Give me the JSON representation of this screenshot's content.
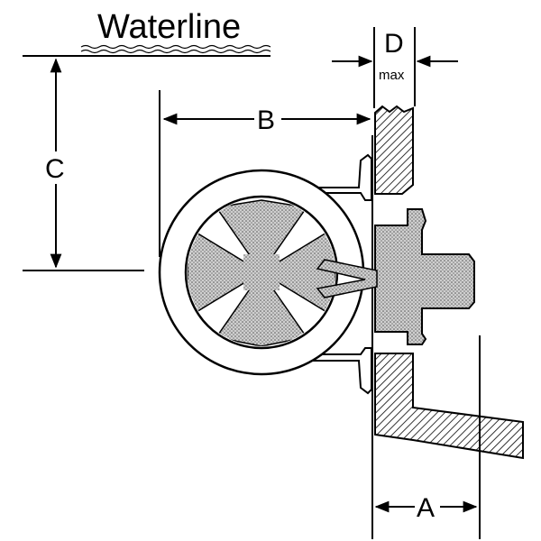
{
  "diagram": {
    "waterline_label": "Waterline",
    "dim_a_label": "A",
    "dim_b_label": "B",
    "dim_c_label": "C",
    "dim_d_label": "D",
    "dim_d_sub_label": "max"
  }
}
